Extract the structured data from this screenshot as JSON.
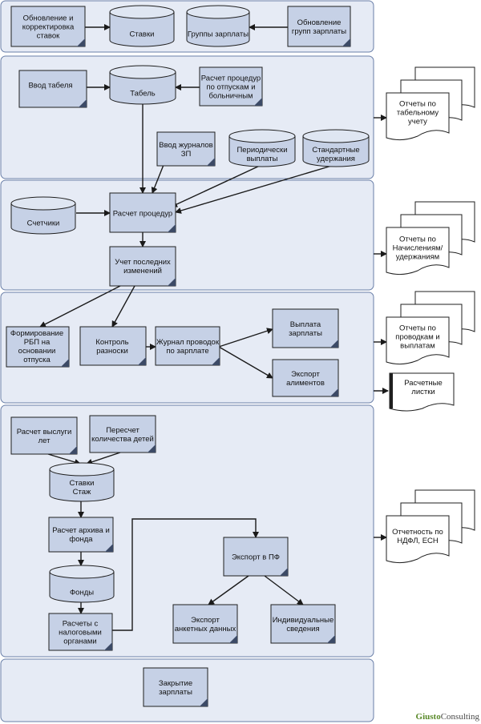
{
  "nodes": {
    "rate_update": [
      "Обновление и",
      "корректировка",
      "ставок"
    ],
    "rates_db": [
      "Ставки"
    ],
    "pay_groups_db": [
      "Группы зарплаты"
    ],
    "pay_groups_update": [
      "Обновление",
      "групп зарплаты"
    ],
    "timesheet_input": [
      "Ввод табеля"
    ],
    "timesheet_db": [
      "Табель"
    ],
    "vacation_calc": [
      "Расчет процедур",
      "по отпускам и",
      "больничным"
    ],
    "timesheet_reports": [
      "Отчеты по",
      "табельному",
      "учету"
    ],
    "journal_input": [
      "Ввод журналов",
      "ЗП"
    ],
    "periodic_db": [
      "Периодически",
      "выплаты"
    ],
    "deductions_db": [
      "Стандартные",
      "удержания"
    ],
    "counters_db": [
      "Счетчики"
    ],
    "procedure_calc": [
      "Расчет процедур"
    ],
    "last_changes": [
      "Учет последних",
      "изменений"
    ],
    "accrual_reports": [
      "Отчеты по",
      "Начислениям/",
      "удержаниям"
    ],
    "rbp_forming": [
      "Формирование",
      "РБП на",
      "основании",
      "отпуска"
    ],
    "posting_control": [
      "Контроль",
      "разноски"
    ],
    "posting_journal": [
      "Журнал проводок",
      "по зарплате"
    ],
    "salary_payment": [
      "Выплата",
      "зарплаты"
    ],
    "alimony_export": [
      "Экспорт",
      "алиментов"
    ],
    "posting_reports": [
      "Отчеты по",
      "проводкам и",
      "выплатам"
    ],
    "payslips": [
      "Расчетные",
      "листки"
    ],
    "seniority_calc": [
      "Расчет выслуги",
      "лет"
    ],
    "children_recalc": [
      "Пересчет",
      "количества детей"
    ],
    "rates_seniority_db": [
      "Ставки",
      "Стаж"
    ],
    "archive_calc": [
      "Расчет архива и",
      "фонда"
    ],
    "funds_db": [
      "Фонды"
    ],
    "tax_settlements": [
      "Расчеты с",
      "налоговыми",
      "органами"
    ],
    "pf_export": [
      "Экспорт в ПФ"
    ],
    "personal_export": [
      "Экспорт",
      "анкетных данных"
    ],
    "individual_info": [
      "Индивидуальные",
      "сведения"
    ],
    "ndfl_reports": [
      "Отчетность по",
      "НДФЛ, ЕСН"
    ],
    "payroll_close": [
      "Закрытие",
      "зарплаты"
    ]
  },
  "brand": {
    "part1": "Giusto",
    "part2": "Consulting"
  },
  "colors": {
    "panel": "#e6ebf5",
    "shape": "#c6d1e6",
    "fold": "#3c4a66",
    "brand_green": "#5a8a2a"
  }
}
